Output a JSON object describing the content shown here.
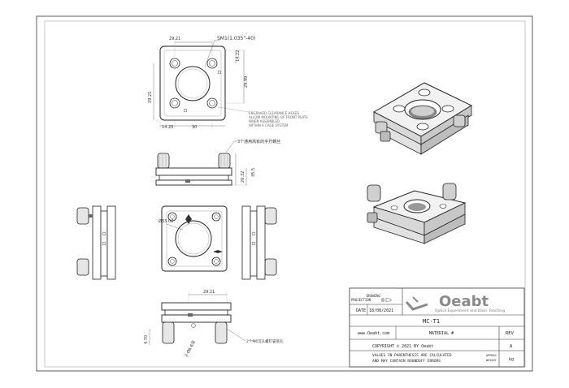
{
  "drawing": {
    "top_view": {
      "dim_top": "29.21",
      "thread_label": "SM1(1.035\"-40)",
      "dim_right_a": "14.22",
      "dim_right_b": "29.99",
      "dim_left": "29.21",
      "dim_bottom_a": "14.20",
      "dim_bottom_b": "30",
      "note_lines": [
        "ENGRAVED CLEARANCE HOLES",
        "ALLOW MOUNTING OF FRONT PLATE",
        "WHEN ASSEMBLED",
        "WITHIN A CAGE SYSTEM"
      ]
    },
    "front_view": {
      "callout": "3个通用高有的手拧螺丝",
      "dim_a": "20.32",
      "dim_b": "35.5"
    },
    "center_view": {
      "dia_label": "Ø33.02"
    },
    "bottom_view": {
      "dim_top": "29.21",
      "dim_side": "4.70",
      "dim_diag": "2-Ø6.6深",
      "callout": "2个M6沉头螺钉安装孔"
    }
  },
  "title_block": {
    "projection_label_1": "DRAWING",
    "projection_label_2": "PROJECTION",
    "date_label": "DATE",
    "date_value": "18/08/2021",
    "part_number": "MC-T1",
    "website": "www.Oeabt.com",
    "material_label": "MATERIAL #",
    "rev_label": "REV",
    "rev_value": "A",
    "copyright": "COPYRIGHT © 2021 BY Oeabt",
    "disclaimer_1": "VALUES IN PARENTHESIS ARE CALCULATED",
    "disclaimer_2": "AND MAY CONTAIN ROUNDOFF ERRORS",
    "approx_label_1": "APPROX",
    "approx_label_2": "WEIGHT",
    "weight_unit": "kg",
    "brand": "Oeabt",
    "tagline": "Optics Experiment and Basic Teaching"
  }
}
